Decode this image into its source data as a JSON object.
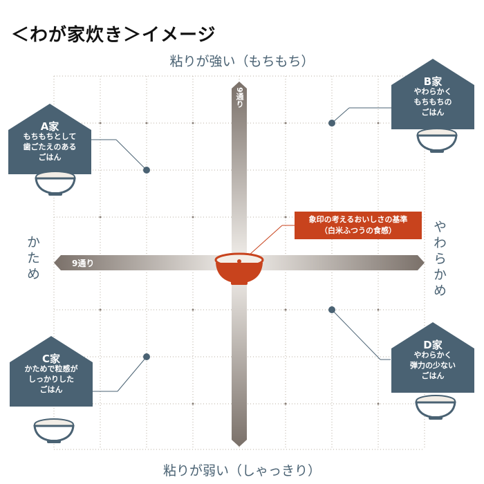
{
  "title": "＜わが家炊き＞イメージ",
  "axes": {
    "top": "粘りが強い（もちもち）",
    "bottom": "粘りが弱い（しゃっきり）",
    "left": "かため",
    "right": "やわらかめ"
  },
  "arrows": {
    "vertical_label": "9通り",
    "horizontal_label": "9通り"
  },
  "callout": {
    "line1": "象印の考えるおいしさの基準",
    "line2": "（白米ふつうの食感）"
  },
  "houses": [
    {
      "id": "A",
      "name": "A家",
      "desc": "もちもちとして\n歯ごたえのある\nごはん"
    },
    {
      "id": "B",
      "name": "B家",
      "desc": "やわらかく\nもちもちの\nごはん"
    },
    {
      "id": "C",
      "name": "C家",
      "desc": "かためで粒感が\nしっかりした\nごはん"
    },
    {
      "id": "D",
      "name": "D家",
      "desc": "やわらかく\n弾力の少ない\nごはん"
    }
  ],
  "colors": {
    "house": "#4a6273",
    "accent": "#c8431d",
    "arrow": "#8a8079",
    "grid": "#b7ad9f"
  }
}
